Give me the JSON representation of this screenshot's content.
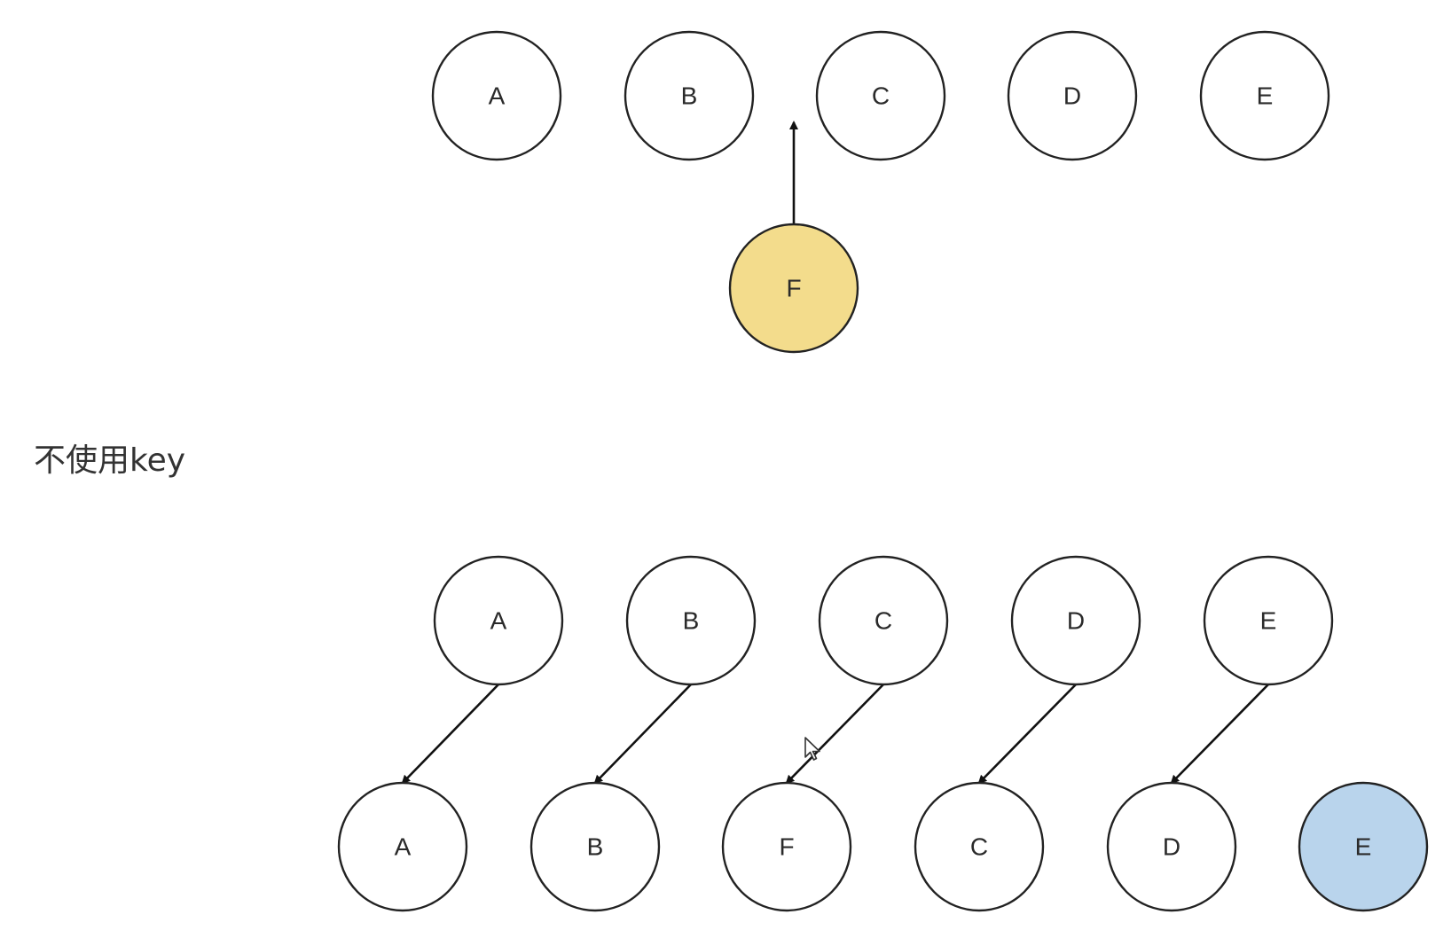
{
  "caption": "不使用key",
  "colors": {
    "default_fill": "#ffffff",
    "inserted_fill": "#f3dc8c",
    "created_fill": "#b9d4ec",
    "stroke": "#222222"
  },
  "top_row": {
    "nodes": [
      {
        "id": "top-a",
        "label": "A"
      },
      {
        "id": "top-b",
        "label": "B"
      },
      {
        "id": "top-c",
        "label": "C"
      },
      {
        "id": "top-d",
        "label": "D"
      },
      {
        "id": "top-e",
        "label": "E"
      }
    ],
    "insert_node": {
      "id": "insert-f",
      "label": "F",
      "state": "inserted"
    },
    "insert_between": [
      "B",
      "C"
    ]
  },
  "bottom": {
    "old_row": [
      {
        "id": "old-a",
        "label": "A"
      },
      {
        "id": "old-b",
        "label": "B"
      },
      {
        "id": "old-c",
        "label": "C"
      },
      {
        "id": "old-d",
        "label": "D"
      },
      {
        "id": "old-e",
        "label": "E"
      }
    ],
    "new_row": [
      {
        "id": "new-a",
        "label": "A",
        "state": "default"
      },
      {
        "id": "new-b",
        "label": "B",
        "state": "default"
      },
      {
        "id": "new-f",
        "label": "F",
        "state": "default"
      },
      {
        "id": "new-c",
        "label": "C",
        "state": "default"
      },
      {
        "id": "new-d",
        "label": "D",
        "state": "default"
      },
      {
        "id": "new-e",
        "label": "E",
        "state": "created"
      }
    ],
    "mappings": [
      {
        "from": "old-a",
        "to": "new-a"
      },
      {
        "from": "old-b",
        "to": "new-b"
      },
      {
        "from": "old-c",
        "to": "new-f"
      },
      {
        "from": "old-d",
        "to": "new-c"
      },
      {
        "from": "old-e",
        "to": "new-d"
      }
    ]
  }
}
